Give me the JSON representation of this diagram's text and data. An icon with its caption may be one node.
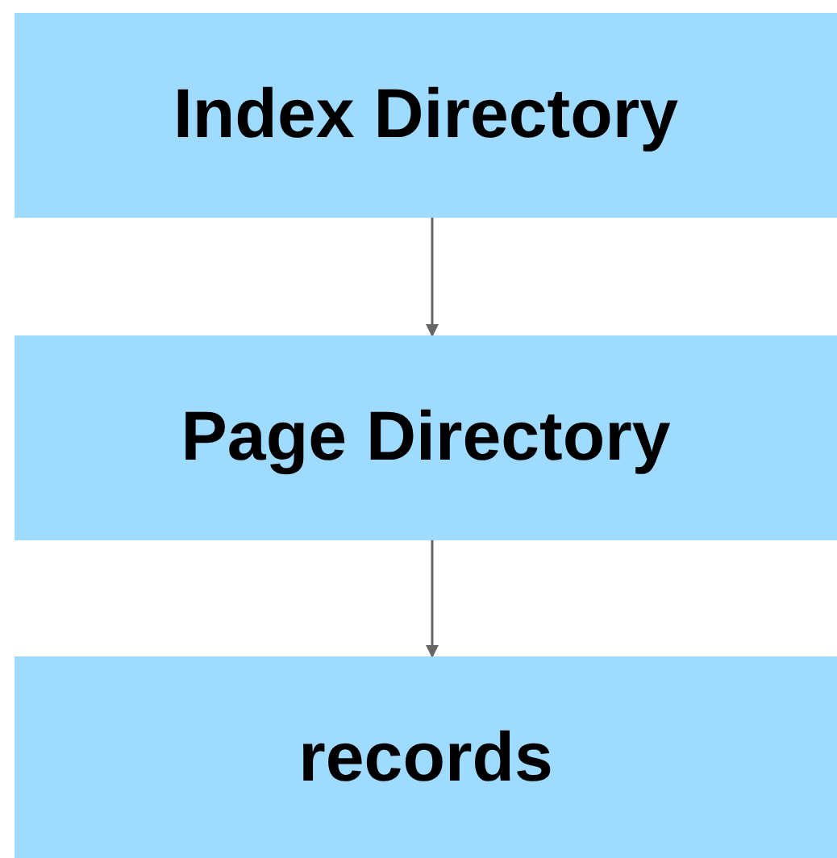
{
  "diagram": {
    "nodes": [
      {
        "text": [
          "Index Directory"
        ]
      },
      {
        "text": [
          "Page Directory"
        ]
      },
      {
        "text": [
          "records"
        ]
      }
    ],
    "edges": [
      {
        "from": 0,
        "to": 1,
        "arrow": "to"
      },
      {
        "from": 1,
        "to": 2,
        "arrow": "to"
      }
    ]
  }
}
